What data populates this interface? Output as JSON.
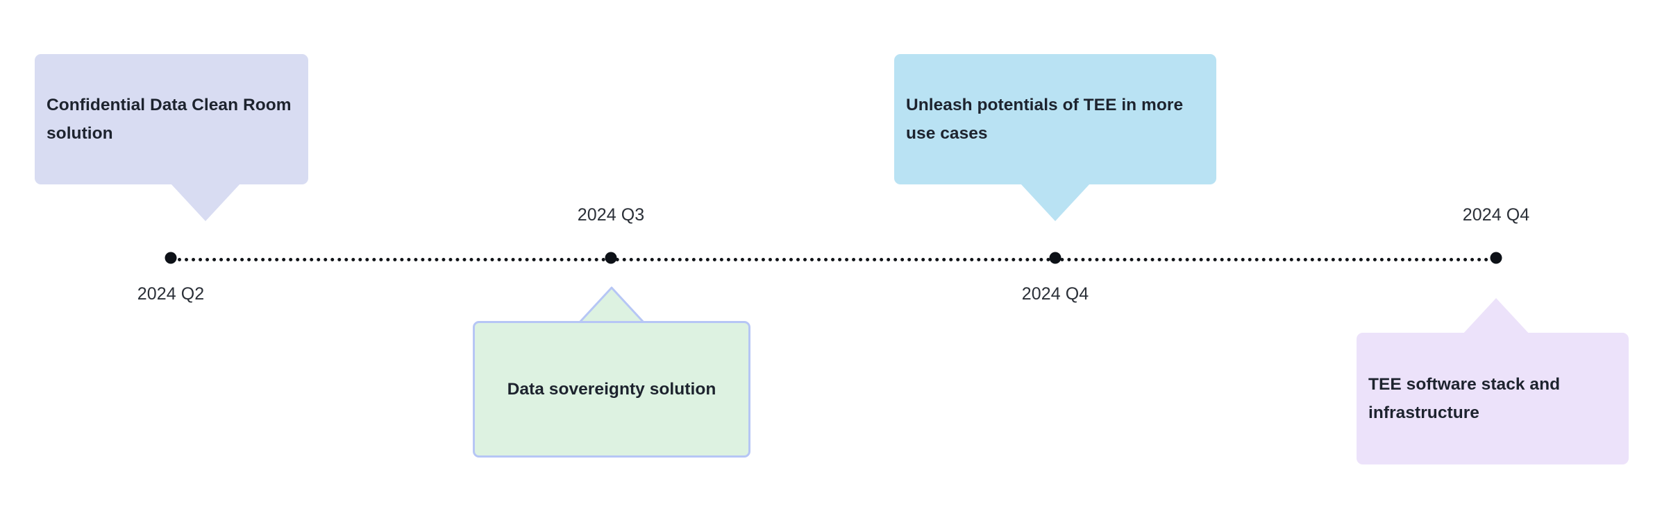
{
  "diagram": {
    "type": "roadmap-timeline",
    "background_color": "#ffffff",
    "axis": {
      "line_color": "#111418",
      "line_style": "dotted",
      "dot_color": "#0d1117"
    },
    "milestones": [
      {
        "id": "m1",
        "axis_label": "2024 Q2",
        "label_position": "below",
        "callout": {
          "text": "Confidential Data Clean Room solution",
          "fill_color": "#d8dcf2",
          "border_color": "none",
          "tail_direction": "down",
          "text_color": "#1d232e"
        }
      },
      {
        "id": "m2",
        "axis_label": "2024 Q3",
        "label_position": "above",
        "callout": {
          "text": "Data sovereignty solution",
          "fill_color": "#ddf2e1",
          "border_color": "#b6c6f5",
          "tail_direction": "up",
          "text_color": "#1d232e"
        }
      },
      {
        "id": "m3",
        "axis_label": "2024 Q4",
        "label_position": "below",
        "callout": {
          "text": "Unleash potentials of TEE in more use cases",
          "fill_color": "#b9e2f3",
          "border_color": "none",
          "tail_direction": "down",
          "text_color": "#1d232e"
        }
      },
      {
        "id": "m4",
        "axis_label": "2024 Q4",
        "label_position": "above",
        "callout": {
          "text": "TEE software stack and infrastructure",
          "fill_color": "#ece2fa",
          "border_color": "none",
          "tail_direction": "up",
          "text_color": "#1d232e"
        }
      }
    ]
  }
}
